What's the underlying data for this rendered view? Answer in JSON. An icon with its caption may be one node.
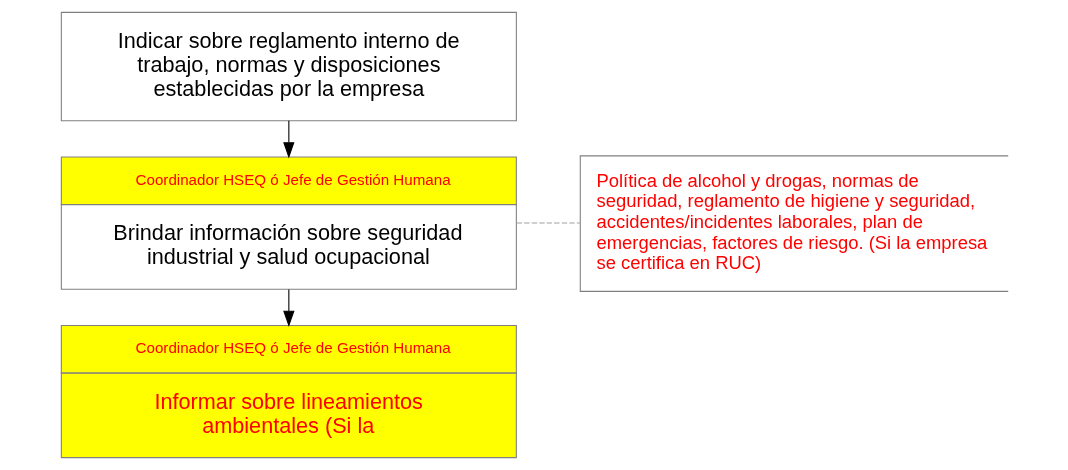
{
  "diagram": {
    "nodes": [
      {
        "text": [
          "Indicar sobre reglamento interno de trabajo, normas y disposiciones establecidas por la empresa"
        ]
      },
      {
        "text": [
          "Coordinador HSEQ ó Jefe de Gestión Humana",
          "Brindar información sobre seguridad industrial y salud ocupacional"
        ]
      },
      {
        "text": [
          "Política de alcohol y drogas, normas de seguridad, reglamento de higiene y seguridad, accidentes/incidentes laborales, plan de emergencias, factores de riesgo. (Si la empresa se certifica en RUC)"
        ]
      },
      {
        "text": [
          "Coordinador HSEQ ó Jefe de Gestión Humana",
          "Informar sobre lineamientos ambientales (Si la"
        ]
      }
    ],
    "edges": [
      {
        "from": 0,
        "to": 1,
        "arrow": "to"
      },
      {
        "from": 1,
        "to": 2,
        "arrow": "none",
        "style": "dashed",
        "color": "#a0a0a0"
      },
      {
        "from": 1,
        "to": 3,
        "arrow": "to"
      }
    ]
  }
}
